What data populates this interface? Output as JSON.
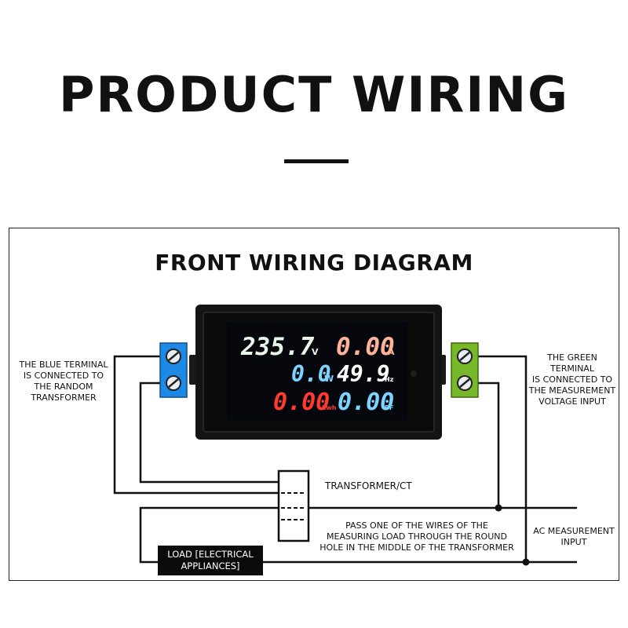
{
  "header": {
    "title": "PRODUCT WIRING"
  },
  "diagram": {
    "subtitle": "FRONT WIRING DIAGRAM",
    "meter": {
      "voltage": {
        "value": "235.7",
        "unit": "V"
      },
      "current": {
        "value": "0.00",
        "unit": "A"
      },
      "power": {
        "value": "0.0",
        "unit": "W"
      },
      "frequency": {
        "value": "49.9",
        "unit": "Hz"
      },
      "energy": {
        "value": "0.00",
        "unit": "kwh"
      },
      "power_factor": {
        "value": "0.00",
        "unit": "PF"
      }
    },
    "labels": {
      "blue_terminal": [
        "THE BLUE TERMINAL",
        "IS CONNECTED TO",
        "THE RANDOM",
        "TRANSFORMER"
      ],
      "green_terminal": [
        "THE GREEN TERMINAL",
        "IS CONNECTED TO",
        "THE MEASUREMENT",
        "VOLTAGE INPUT"
      ],
      "transformer": "TRANSFORMER/CT",
      "pass_wire": [
        "PASS ONE OF THE WIRES OF THE",
        "MEASURING LOAD THROUGH THE ROUND",
        "HOLE IN THE MIDDLE OF THE TRANSFORMER"
      ],
      "ac_input": [
        "AC MEASUREMENT",
        "INPUT"
      ],
      "load": [
        "LOAD [ELECTRICAL",
        "APPLIANCES]"
      ]
    },
    "colors": {
      "blue_terminal": "#1e88e5",
      "green_terminal": "#76b82a",
      "voltage": "#e8f5e9",
      "current": "#ffb199",
      "power": "#7ed4ff",
      "frequency": "#ffffff",
      "energy": "#ff3b30",
      "power_factor": "#7ed4ff"
    }
  }
}
